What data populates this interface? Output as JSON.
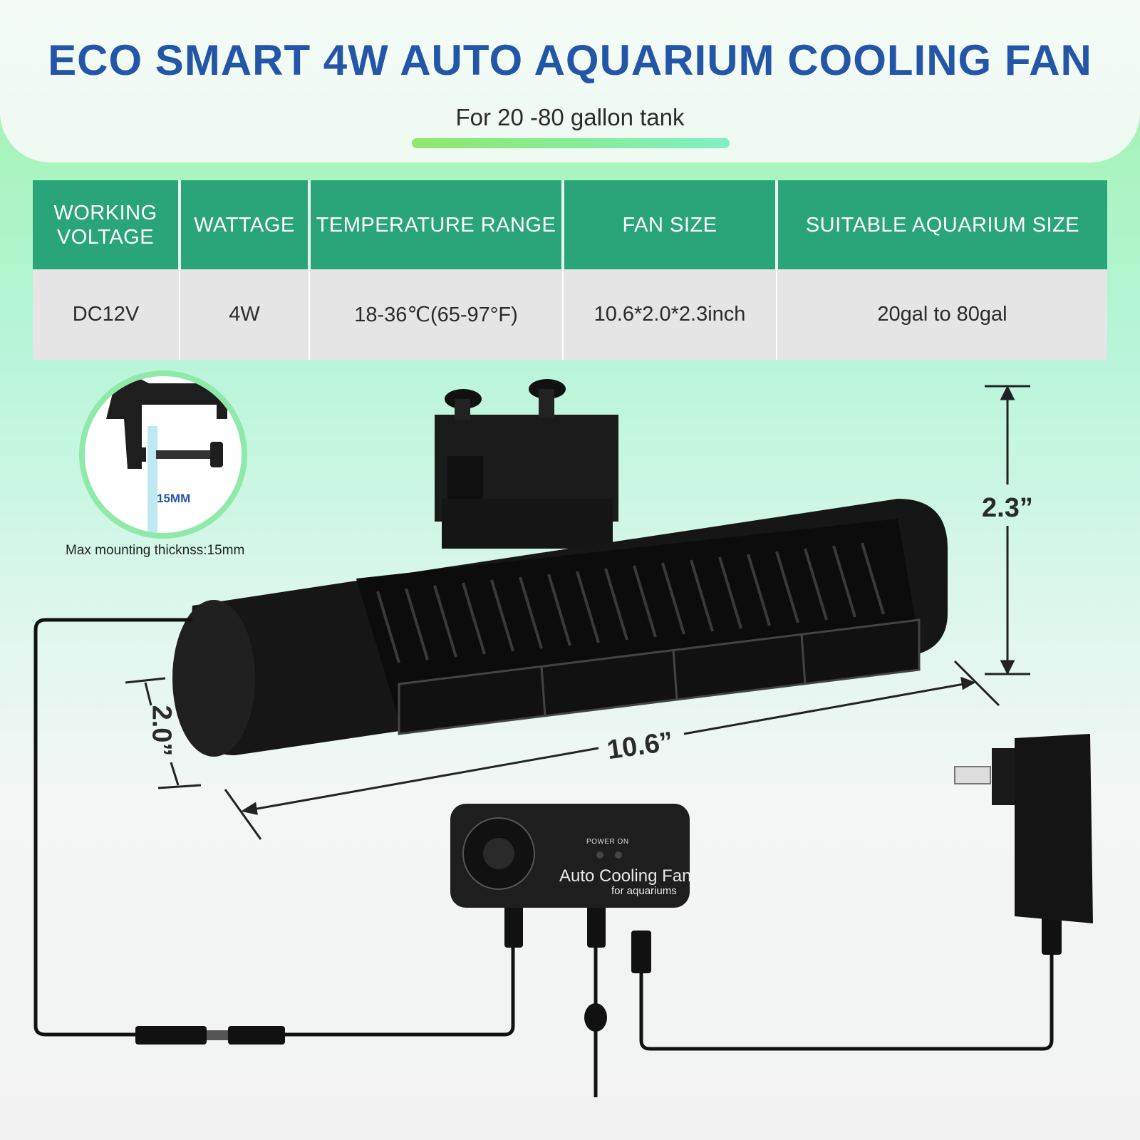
{
  "header": {
    "title": "ECO SMART 4W AUTO AQUARIUM COOLING FAN",
    "subtitle": "For 20 -80 gallon tank"
  },
  "specs_table": {
    "headers": [
      "WORKING VOLTAGE",
      "WATTAGE",
      "TEMPERATURE RANGE",
      "FAN SIZE",
      "SUITABLE AQUARIUM SIZE"
    ],
    "values": [
      "DC12V",
      "4W",
      "18-36℃(65-97°F)",
      "10.6*2.0*2.3inch",
      "20gal to 80gal"
    ]
  },
  "mounting": {
    "label": "15MM",
    "caption": "Max mounting thicknss:15mm"
  },
  "dimensions": {
    "height": "2.3”",
    "length": "10.6”",
    "depth": "2.0”"
  },
  "controller": {
    "indicator": "POWER  ON",
    "name": "Auto Cooling Fan",
    "sub": "for aquariums"
  },
  "colors": {
    "title": "#2456a8",
    "table_header": "#2aa57a",
    "table_cell": "#e5e5e5",
    "accent_green": "#8fe9a8"
  },
  "icons": [
    "fan-icon",
    "clamp-icon",
    "controller-icon",
    "power-adapter-icon",
    "cable-icon"
  ]
}
